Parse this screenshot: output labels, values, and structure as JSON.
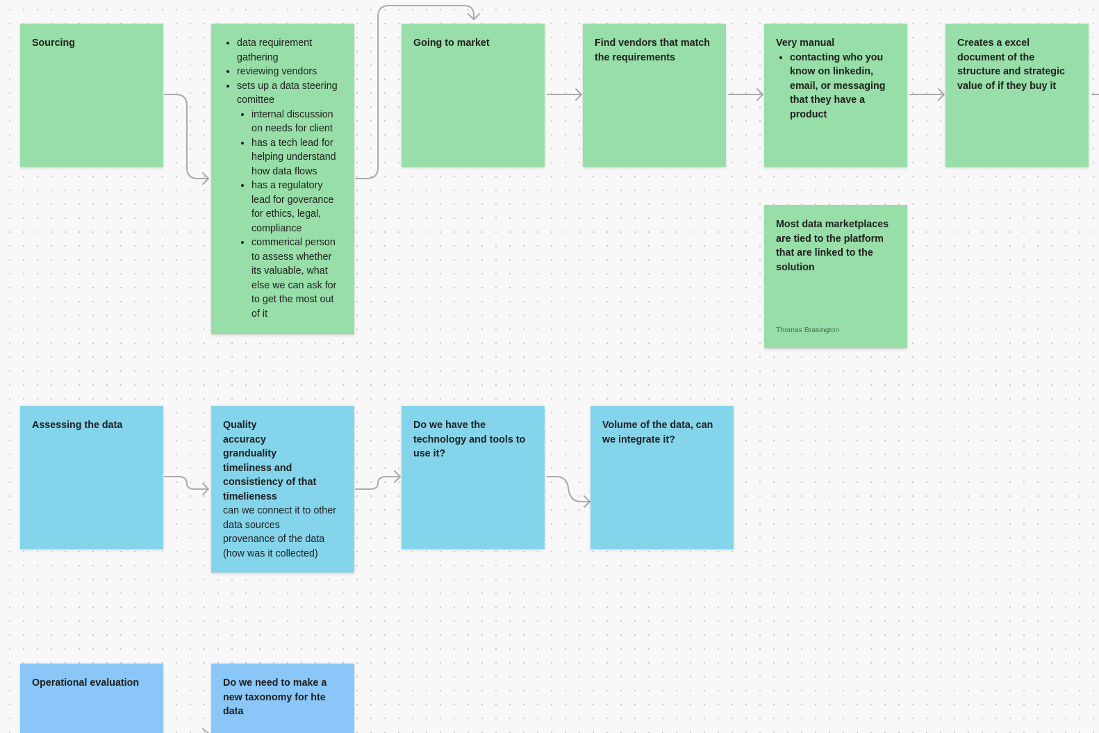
{
  "colors": {
    "green_sticky": "#98dea8",
    "cyan_sticky": "#84d5eb",
    "blue_sticky": "#8ac7f8",
    "connector": "#aaaaaa"
  },
  "sourcing_row": {
    "sourcing": {
      "title": "Sourcing"
    },
    "steps": {
      "items": [
        {
          "text": "data requirement gathering"
        },
        {
          "text": "reviewing vendors"
        },
        {
          "text": "sets up a data steering comittee",
          "subitems": [
            "internal discussion on needs for client",
            "has a tech lead for helping understand how data flows",
            "has a regulatory lead for goverance for ethics, legal, compliance",
            "commerical person to assess whether its valuable, what else we can ask for to get the most out of it"
          ]
        }
      ]
    },
    "going_to_market": {
      "title": "Going to market"
    },
    "find_vendors": {
      "title": "Find vendors that match the requirements"
    },
    "very_manual": {
      "title": "Very manual",
      "bullet": "contacting who you know on linkedin, email, or messaging that they have a product"
    },
    "excel_document": {
      "title": "Creates a excel document of the structure and strategic value of if they buy it"
    },
    "marketplaces": {
      "title": "Most data marketplaces are tied to the platform that are linked to the solution",
      "author": "Thomas Brasington"
    }
  },
  "assessing_row": {
    "assessing": {
      "title": "Assessing the data"
    },
    "quality": {
      "bold_lines": [
        "Quality",
        "accuracy",
        "granduality",
        "timeliness and consistiency of that timelieness"
      ],
      "lines": [
        "can we connect it to other data sources",
        "provenance of the data (how was it collected)"
      ]
    },
    "technology": {
      "title": "Do we have the technology and tools to use it?"
    },
    "volume": {
      "title": "Volume of the data, can we integrate it?"
    }
  },
  "operational_row": {
    "operational": {
      "title": "Operational evaluation"
    },
    "taxonomy": {
      "title": "Do we need to make a new taxonomy for hte data"
    }
  }
}
